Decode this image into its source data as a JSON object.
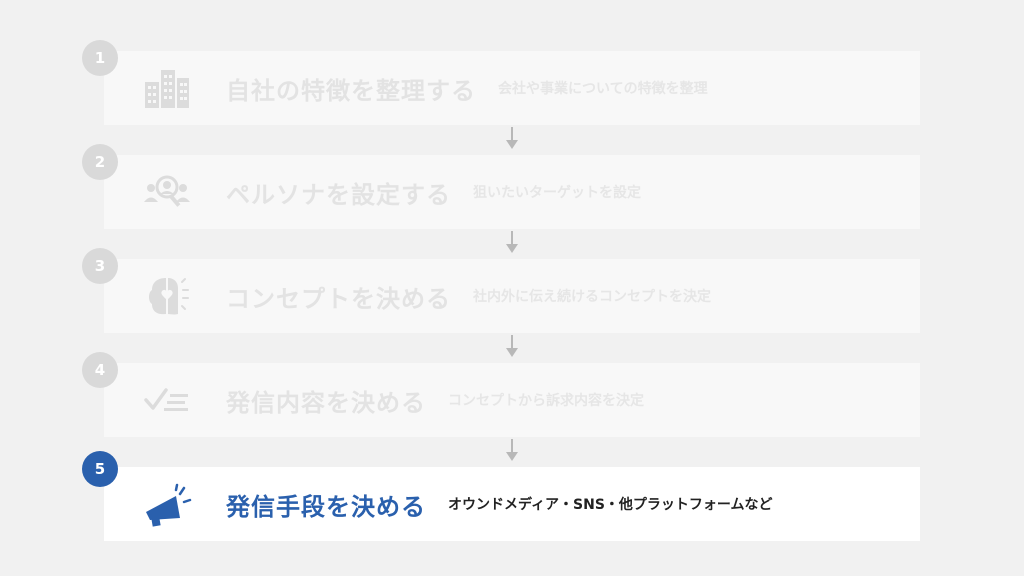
{
  "colors": {
    "background": "#f1f1f1",
    "active": "#2a60ad",
    "inactive_badge": "#d9d9d9",
    "inactive_text": "#e3e3e3",
    "arrow": "#b8b8b8"
  },
  "steps": [
    {
      "number": "1",
      "title": "自社の特徴を整理する",
      "description": "会社や事業についての特徴を整理",
      "icon": "building-icon",
      "state": "inactive"
    },
    {
      "number": "2",
      "title": "ペルソナを設定する",
      "description": "狙いたいターゲットを設定",
      "icon": "persona-search-icon",
      "state": "inactive"
    },
    {
      "number": "3",
      "title": "コンセプトを決める",
      "description": "社内外に伝え続けるコンセプトを決定",
      "icon": "brain-heart-icon",
      "state": "inactive"
    },
    {
      "number": "4",
      "title": "発信内容を決める",
      "description": "コンセプトから訴求内容を決定",
      "icon": "checklist-icon",
      "state": "inactive"
    },
    {
      "number": "5",
      "title": "発信手段を決める",
      "description": "オウンドメディア・SNS・他プラットフォームなど",
      "icon": "megaphone-icon",
      "state": "active"
    }
  ]
}
